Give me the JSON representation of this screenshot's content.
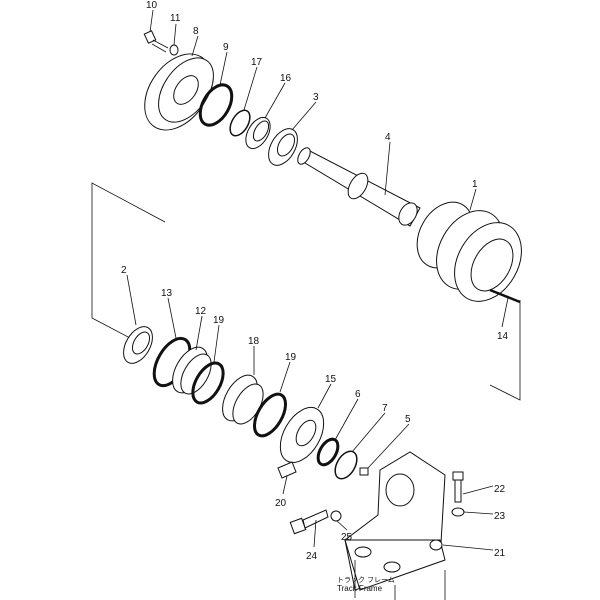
{
  "diagram": {
    "part_labels": [
      "10",
      "11",
      "8",
      "9",
      "17",
      "16",
      "3",
      "4",
      "1",
      "2",
      "13",
      "12",
      "19",
      "18",
      "19",
      "15",
      "6",
      "7",
      "5",
      "22",
      "23",
      "21",
      "20",
      "25",
      "24",
      "14"
    ],
    "frame_label_jp": "トラック フレーム",
    "frame_label_en": "Track Frame"
  }
}
